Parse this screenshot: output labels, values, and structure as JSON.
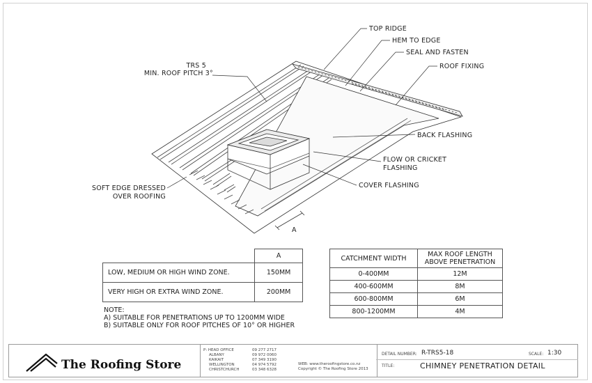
{
  "callouts": {
    "top_ridge": "TOP RIDGE",
    "hem_to_edge": "HEM TO EDGE",
    "seal_and_fasten": "SEAL AND FASTEN",
    "roof_fixing": "ROOF FIXING",
    "trs5": "TRS 5",
    "min_pitch": "MIN. ROOF PITCH 3°",
    "back_flashing": "BACK FLASHING",
    "flow_cricket_1": "FLOW OR CRICKET",
    "flow_cricket_2": "FLASHING",
    "cover_flashing": "COVER FLASHING",
    "soft_edge_1": "SOFT EDGE DRESSED",
    "soft_edge_2": "OVER ROOFING",
    "dim_a": "A"
  },
  "wind_table": {
    "header": "A",
    "rows": [
      {
        "zone": "LOW, MEDIUM OR HIGH WIND ZONE.",
        "value": "150MM"
      },
      {
        "zone": "VERY HIGH OR EXTRA WIND ZONE.",
        "value": "200MM"
      }
    ]
  },
  "catchment_table": {
    "header_width": "CATCHMENT WIDTH",
    "header_length_1": "MAX ROOF LENGTH",
    "header_length_2": "ABOVE PENETRATION",
    "rows": [
      {
        "width": "0-400MM",
        "length": "12M"
      },
      {
        "width": "400-600MM",
        "length": "8M"
      },
      {
        "width": "600-800MM",
        "length": "6M"
      },
      {
        "width": "800-1200MM",
        "length": "4M"
      }
    ]
  },
  "notes": {
    "heading": "NOTE:",
    "a": "A) SUITABLE FOR PENETRATIONS UP TO 1200MM WIDE",
    "b": "B) SUITABLE ONLY FOR ROOF PITCHES OF 10° OR HIGHER"
  },
  "title_block": {
    "company": "The Roofing Store",
    "logo_icon": "roof-outline-icon",
    "offices": [
      {
        "name": "P: HEAD OFFICE",
        "phone": "09 277 2717"
      },
      {
        "name": "ALBANY",
        "phone": "09 972 0060"
      },
      {
        "name": "KAIKAIT",
        "phone": "07 349 3190"
      },
      {
        "name": "WELLINGTON",
        "phone": "04 974 5792"
      },
      {
        "name": "CHRISTCHURCH",
        "phone": "03 348 6328"
      }
    ],
    "web": "WEB: www.theroofingstore.co.nz",
    "copyright": "Copyright © The Roofing Store 2013",
    "detail_number_label": "DETAIL NUMBER:",
    "detail_number": "R-TRS5-18",
    "scale_label": "SCALE:",
    "scale": "1:30",
    "title_label": "TITLE:",
    "title": "CHIMNEY PENETRATION DETAIL"
  }
}
